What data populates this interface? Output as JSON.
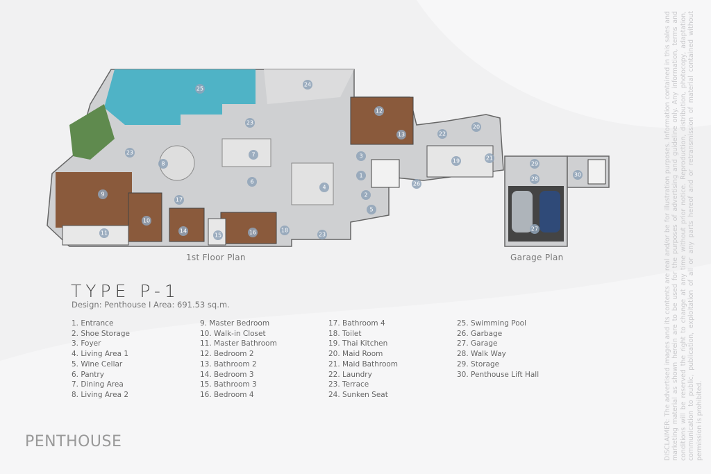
{
  "plan_captions": {
    "first_floor": "1st Floor Plan",
    "garage": "Garage Plan"
  },
  "unit": {
    "title": "TYPE P-1",
    "subtitle": "Design: Penthouse I Area: 691.53 sq.m."
  },
  "rooms": [
    "1. Entrance",
    "2. Shoe Storage",
    "3. Foyer",
    "4. Living Area 1",
    "5. Wine Cellar",
    "6. Pantry",
    "7. Dining Area",
    "8. Living Area 2",
    "9. Master Bedroom",
    "10. Walk-in Closet",
    "11. Master Bathroom",
    "12. Bedroom 2",
    "13. Bathroom 2",
    "14. Bedroom 3",
    "15. Bathroom 3",
    "16. Bedroom 4",
    "17. Bathroom 4",
    "18. Toilet",
    "19. Thai Kitchen",
    "20. Maid Room",
    "21. Maid Bathroom",
    "22. Laundry",
    "23. Terrace",
    "24. Sunken Seat",
    "25. Swimming Pool",
    "26. Garbage",
    "27. Garage",
    "28. Walk Way",
    "29. Storage",
    "30. Penthouse Lift Hall"
  ],
  "plan_labels": [
    "25",
    "24",
    "23",
    "23",
    "23",
    "12",
    "13",
    "22",
    "20",
    "3",
    "21",
    "19",
    "26",
    "1",
    "2",
    "5",
    "7",
    "8",
    "6",
    "4",
    "9",
    "10",
    "11",
    "17",
    "14",
    "16",
    "15",
    "18",
    "29",
    "28",
    "30",
    "27"
  ],
  "brand": "PENTHOUSE",
  "disclaimer": "DISCLAIMER: The advertised images and its contents are real and/or be for illustration purposes. Information contained in this sales and marketing material as shown herein are to be used for the purposes of advertising and guideline only. Any information, terms and conditions will be reserved the right to change at any time without prior notice. Reproduction, distribution, photocopy, adaptation, communication to public, publication, exploitation of all or any parts hereof and or retransmission of material contained without permission is prohibited.",
  "colors": {
    "label_circle": "#8fa3b8",
    "pool": "#4fb3c6",
    "wood": "#8a5a3c",
    "floor": "#cfd0d2"
  }
}
